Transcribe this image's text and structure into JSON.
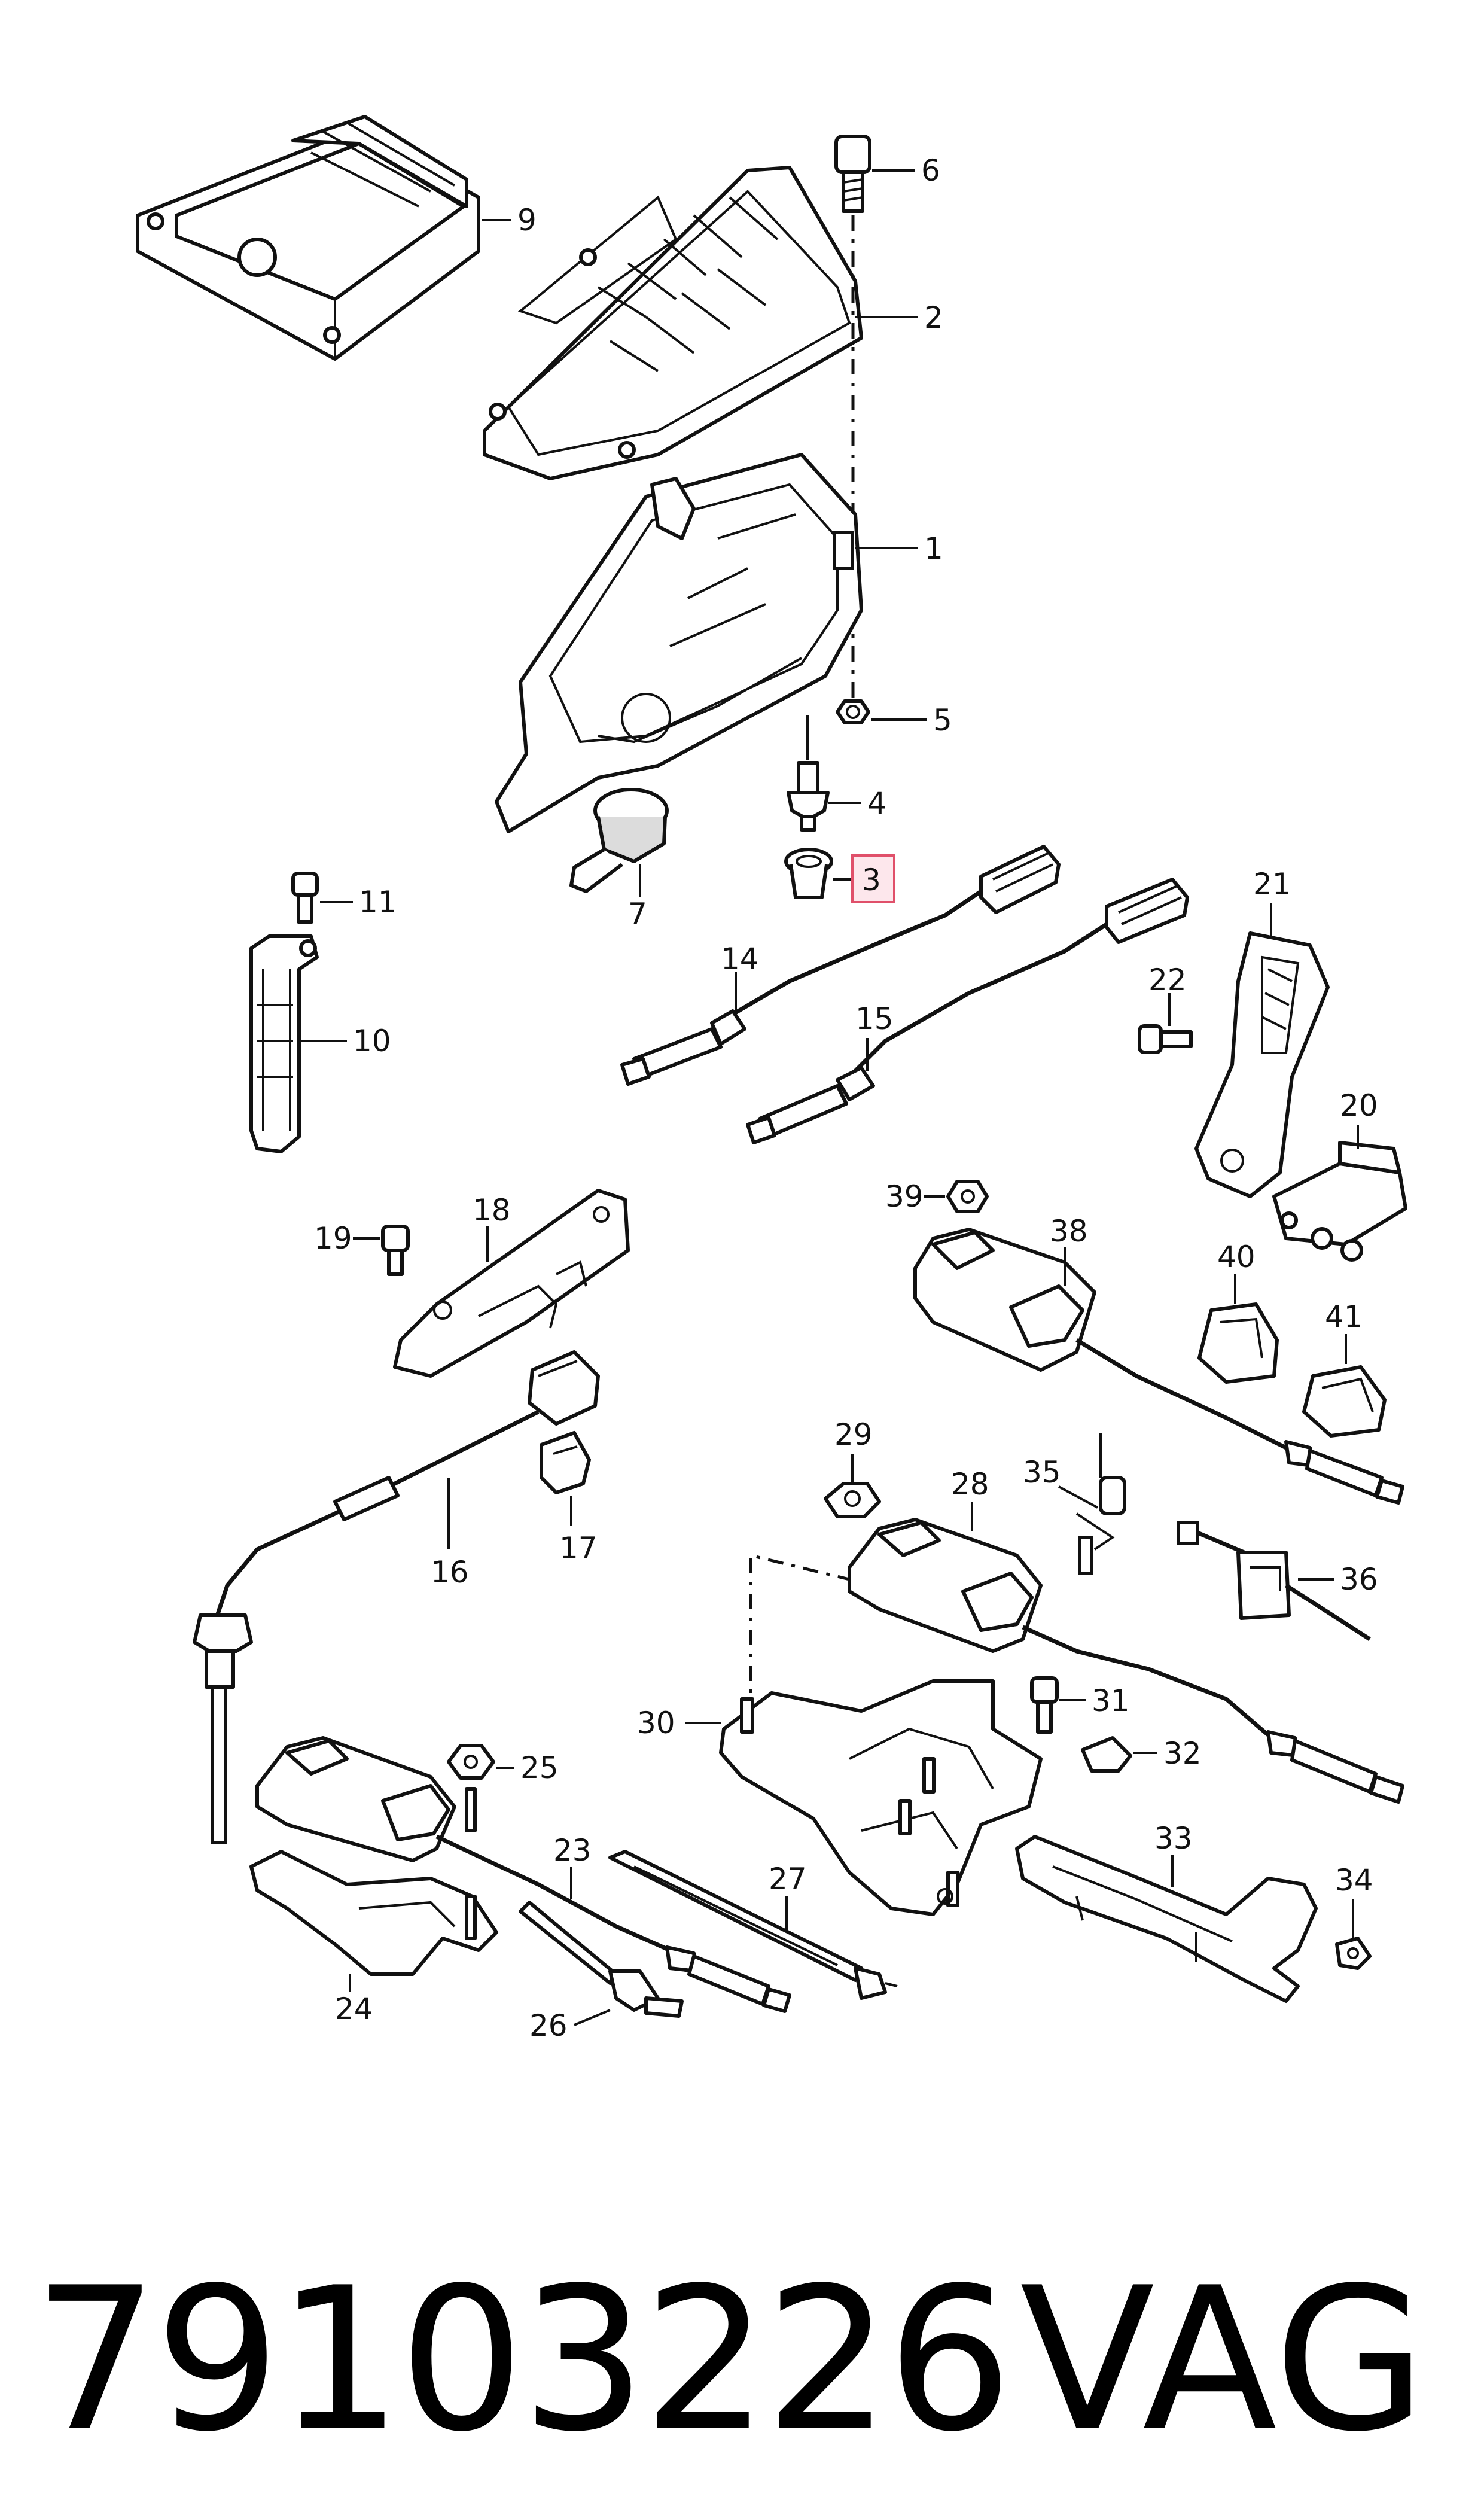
{
  "callouts": {
    "c1": "1",
    "c2": "2",
    "c3": "3",
    "c4": "4",
    "c5": "5",
    "c6": "6",
    "c7": "7",
    "c9": "9",
    "c10": "10",
    "c11": "11",
    "c14": "14",
    "c15": "15",
    "c16": "16",
    "c17": "17",
    "c18": "18",
    "c19": "19",
    "c20": "20",
    "c21": "21",
    "c22": "22",
    "c23": "23",
    "c24": "24",
    "c25": "25",
    "c26": "26",
    "c27": "27",
    "c28": "28",
    "c29": "29",
    "c30": "30",
    "c31": "31",
    "c32": "32",
    "c33": "33",
    "c34": "34",
    "c35": "35",
    "c36": "36",
    "c38": "38",
    "c39": "39",
    "c40": "40",
    "c41": "41"
  },
  "highlight": {
    "callout": "3",
    "color": "#e0506a"
  },
  "footer": {
    "part_number": "79103226",
    "brand": "VAG"
  }
}
